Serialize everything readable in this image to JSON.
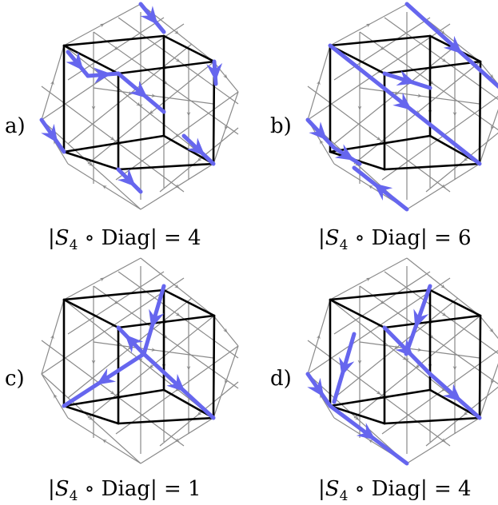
{
  "panels": [
    {
      "label": "a)",
      "caption_left": "|",
      "caption_s": "S",
      "caption_sub": "4",
      "caption_rest": " ∘ Diag| = 4"
    },
    {
      "label": "b)",
      "caption_left": "|",
      "caption_s": "S",
      "caption_sub": "4",
      "caption_rest": " ∘ Diag| = 6"
    },
    {
      "label": "c)",
      "caption_left": "|",
      "caption_s": "S",
      "caption_sub": "4",
      "caption_rest": " ∘ Diag| = 1"
    },
    {
      "label": "d)",
      "caption_left": "|",
      "caption_s": "S",
      "caption_sub": "4",
      "caption_rest": " ∘ Diag| = 4"
    }
  ],
  "colors": {
    "grid": "#8a8a8a",
    "cube": "#000000",
    "highlight": "#6666ee"
  }
}
